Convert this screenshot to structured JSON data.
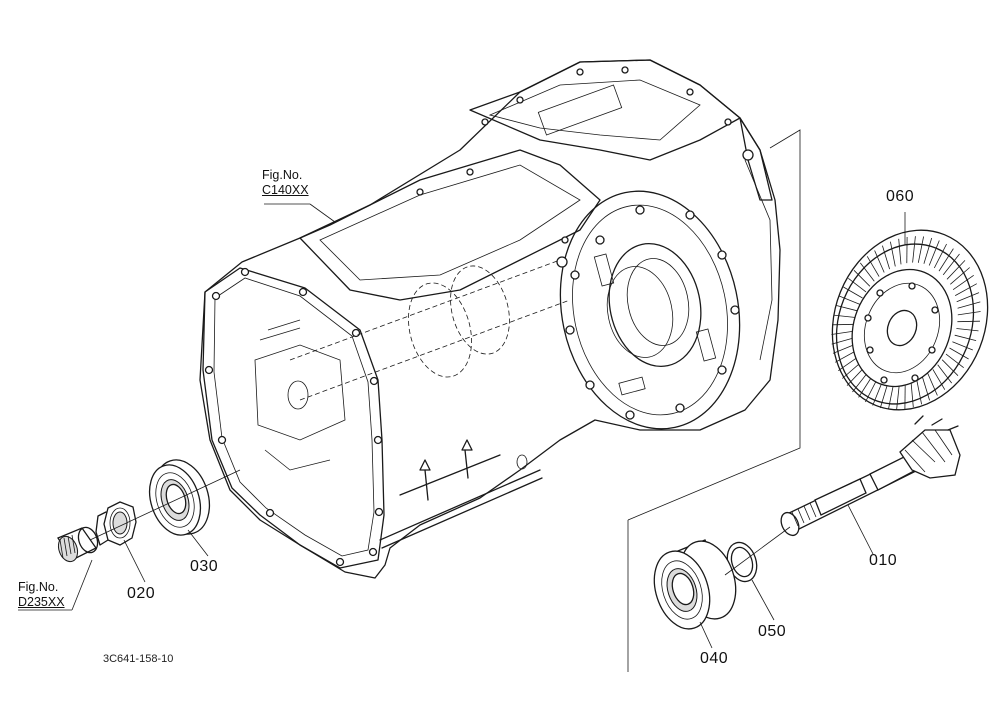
{
  "figure_refs": [
    {
      "prefix": "Fig.No.",
      "code": "C140XX"
    },
    {
      "prefix": "Fig.No.",
      "code": "D235XX"
    }
  ],
  "parts": [
    {
      "number": "010"
    },
    {
      "number": "020"
    },
    {
      "number": "030"
    },
    {
      "number": "040"
    },
    {
      "number": "050"
    },
    {
      "number": "060"
    }
  ],
  "drawing_id": "3C641-158-10"
}
